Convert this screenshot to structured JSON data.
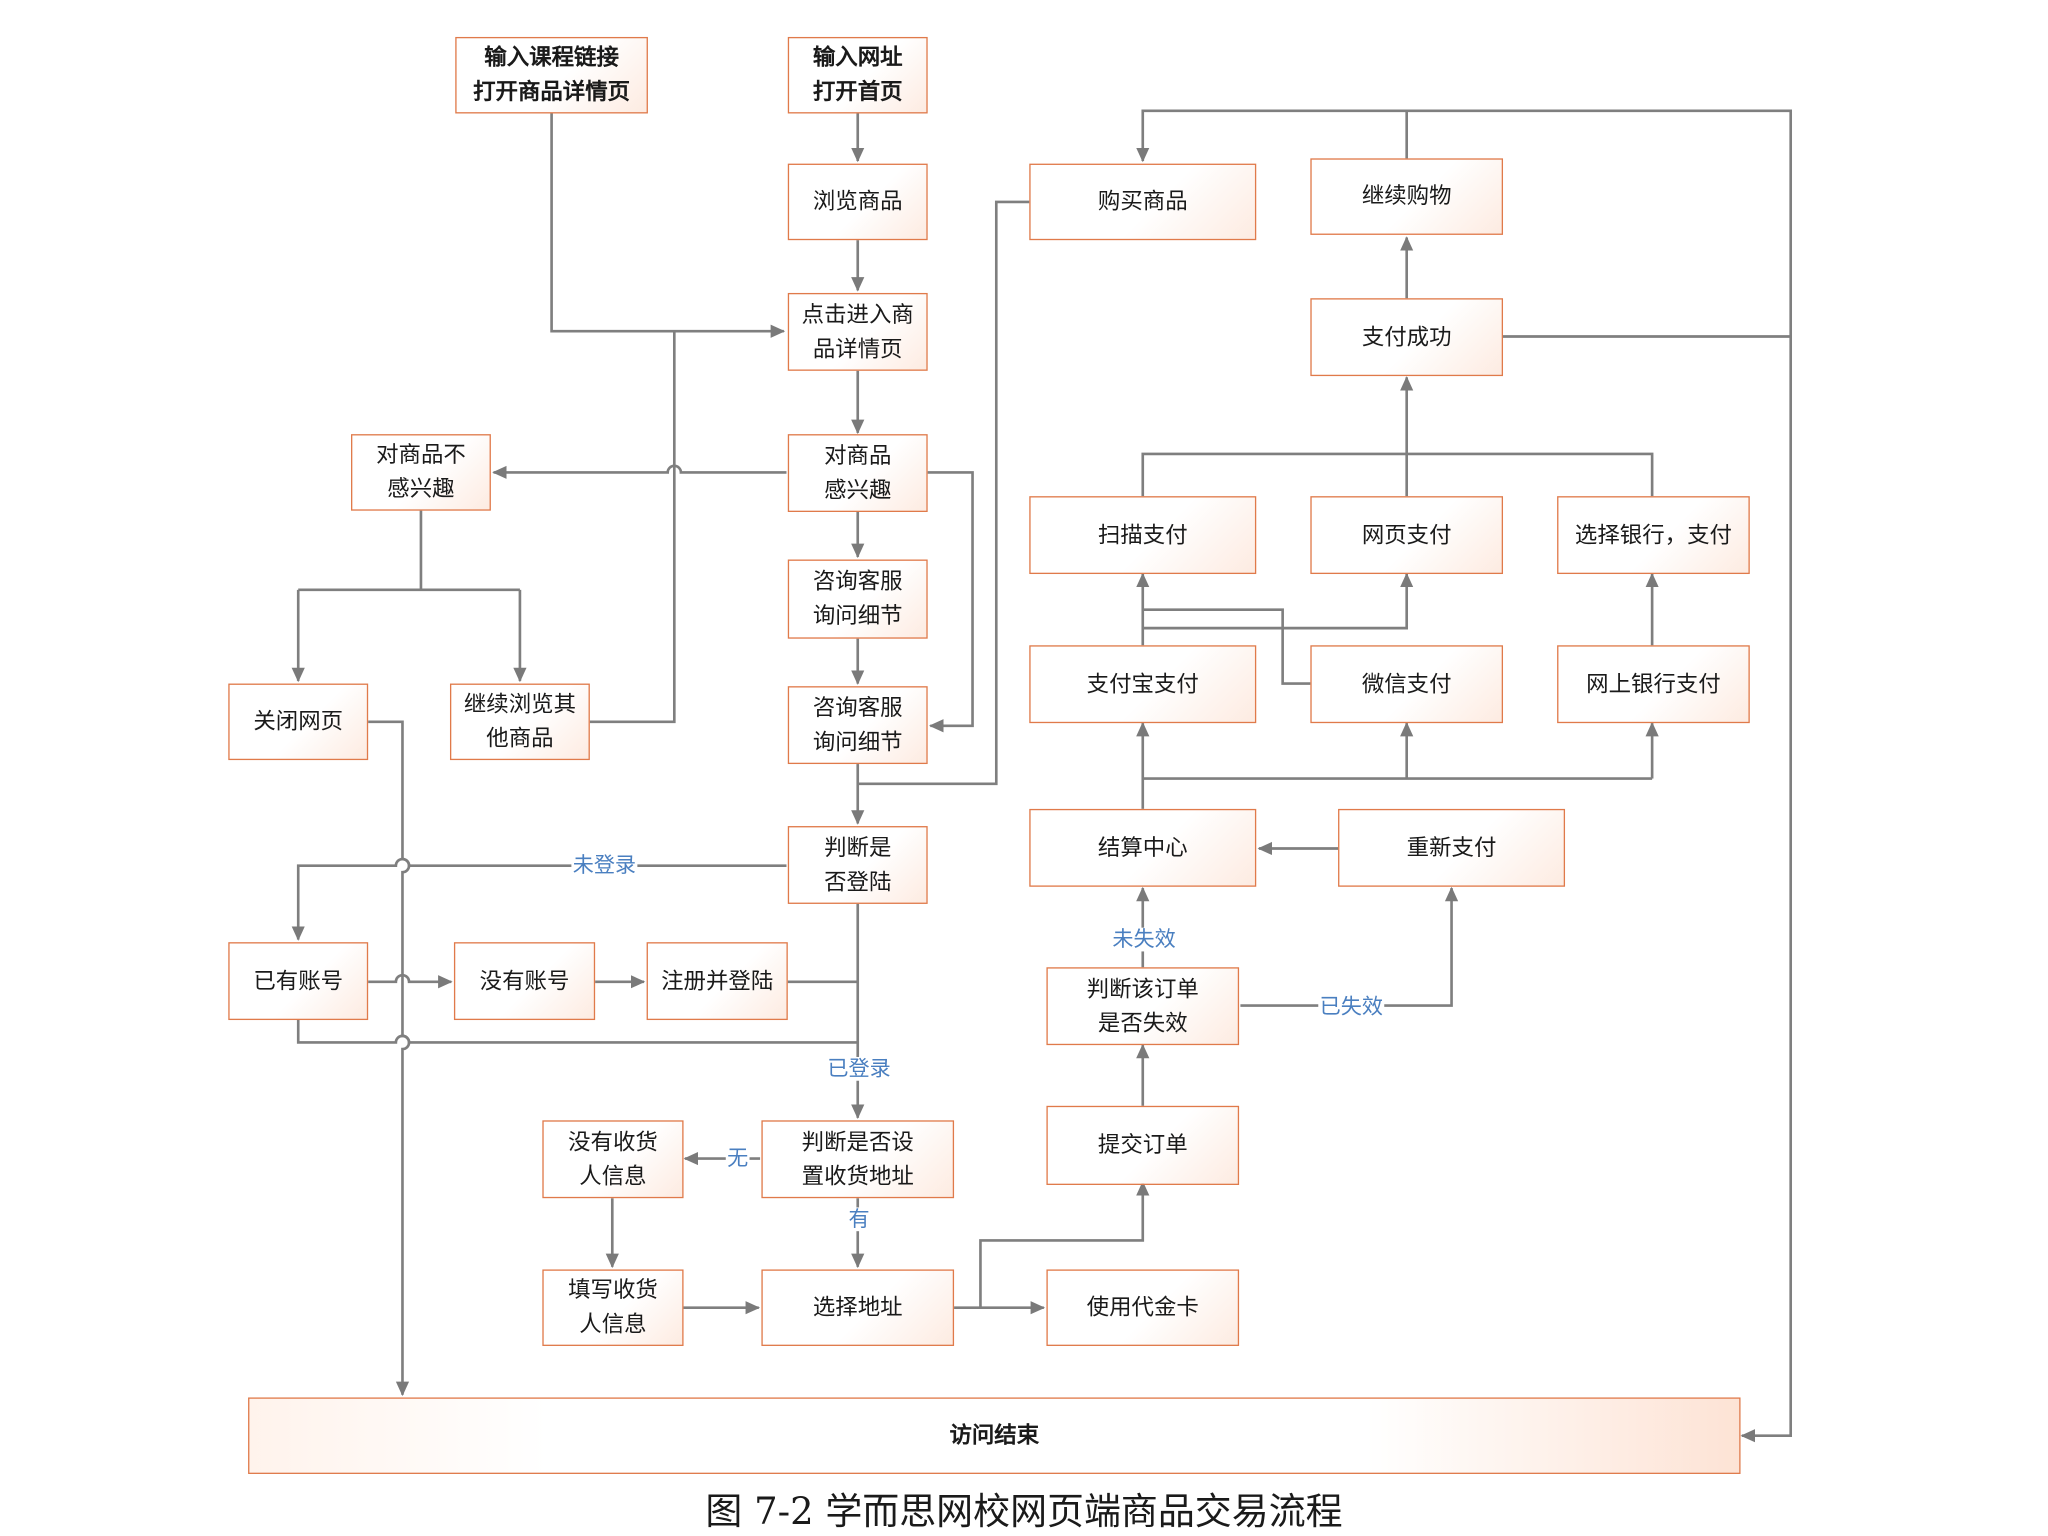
{
  "nodes": {
    "input_course_link": "输入课程链接\n打开商品详情页",
    "input_url": "输入网址\n打开首页",
    "browse_goods": "浏览商品",
    "click_detail": "点击进入商\n品详情页",
    "not_interested": "对商品不\n感兴趣",
    "interested": "对商品\n感兴趣",
    "consult_1": "咨询客服\n询问细节",
    "consult_2": "咨询客服\n询问细节",
    "close_page": "关闭网页",
    "continue_browse": "继续浏览其\n他商品",
    "check_login": "判断是\n否登陆",
    "has_account": "已有账号",
    "no_account": "没有账号",
    "register_login": "注册并登陆",
    "check_address": "判断是否设\n置收货地址",
    "no_receiver": "没有收货\n人信息",
    "fill_receiver": "填写收货\n人信息",
    "choose_address": "选择地址",
    "use_voucher": "使用代金卡",
    "submit_order": "提交订单",
    "check_order": "判断该订单\n是否失效",
    "checkout": "结算中心",
    "repay": "重新支付",
    "alipay": "支付宝支付",
    "wechat_pay": "微信支付",
    "online_bank_pay": "网上银行支付",
    "scan_pay": "扫描支付",
    "web_pay": "网页支付",
    "select_bank_pay": "选择银行，支付",
    "pay_success": "支付成功",
    "continue_shopping": "继续购物",
    "buy_goods": "购买商品",
    "visit_end": "访问结束"
  },
  "edge_labels": {
    "not_logged_in": "未登录",
    "logged_in": "已登录",
    "none": "无",
    "has": "有",
    "not_expired": "未失效",
    "expired": "已失效"
  },
  "caption": "图 7-2  学而思网校网页端商品交易流程"
}
